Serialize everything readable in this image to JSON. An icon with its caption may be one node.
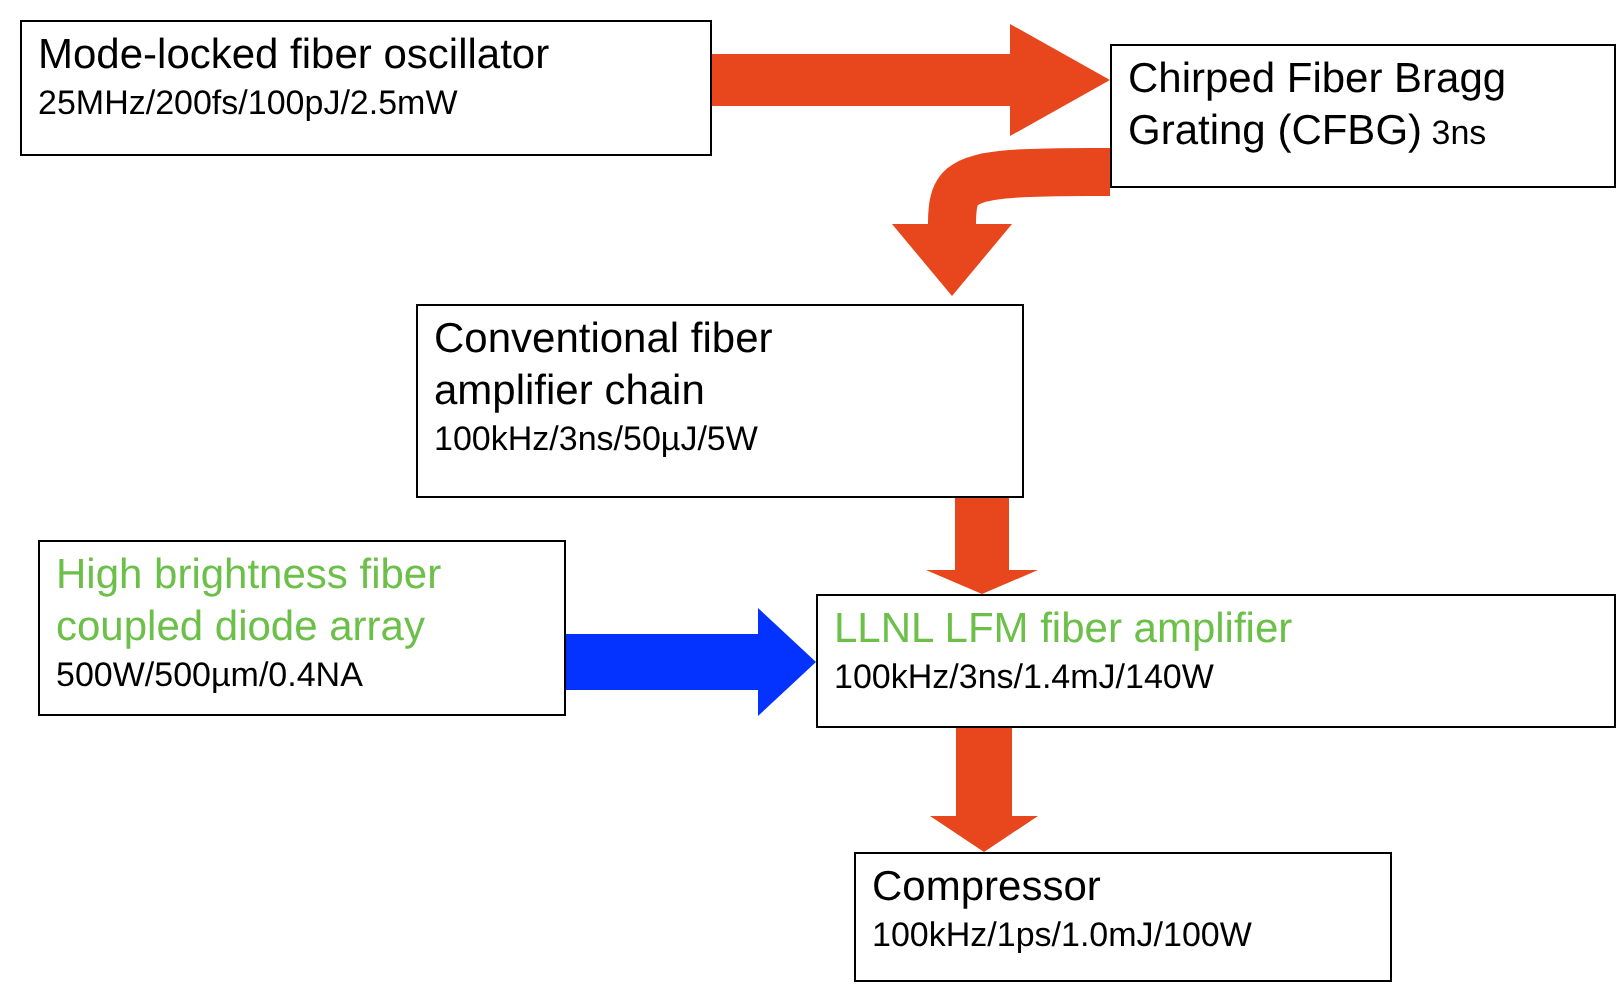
{
  "diagram": {
    "nodes": [
      {
        "text": [
          "Mode-locked fiber oscillator",
          "25MHz/200fs/100pJ/2.5mW"
        ]
      },
      {
        "text": [
          "Chirped Fiber Bragg Grating (CFBG)",
          "3ns"
        ]
      },
      {
        "text": [
          "Conventional fiber amplifier chain",
          "100kHz/3ns/50µJ/5W"
        ]
      },
      {
        "text": [
          "High brightness fiber coupled diode array",
          "500W/500µm/0.4NA"
        ]
      },
      {
        "text": [
          "LLNL LFM fiber amplifier",
          "100kHz/3ns/1.4mJ/140W"
        ]
      },
      {
        "text": [
          "Compressor",
          "100kHz/1ps/1.0mJ/100W"
        ]
      }
    ],
    "edges": [
      {
        "from": 0,
        "to": 1,
        "arrow": "to"
      },
      {
        "from": 1,
        "to": 2,
        "arrow": "to"
      },
      {
        "from": 2,
        "to": 4,
        "arrow": "to"
      },
      {
        "from": 3,
        "to": 4,
        "arrow": "to",
        "color": "#0433ff"
      },
      {
        "from": 4,
        "to": 5,
        "arrow": "to"
      }
    ]
  }
}
